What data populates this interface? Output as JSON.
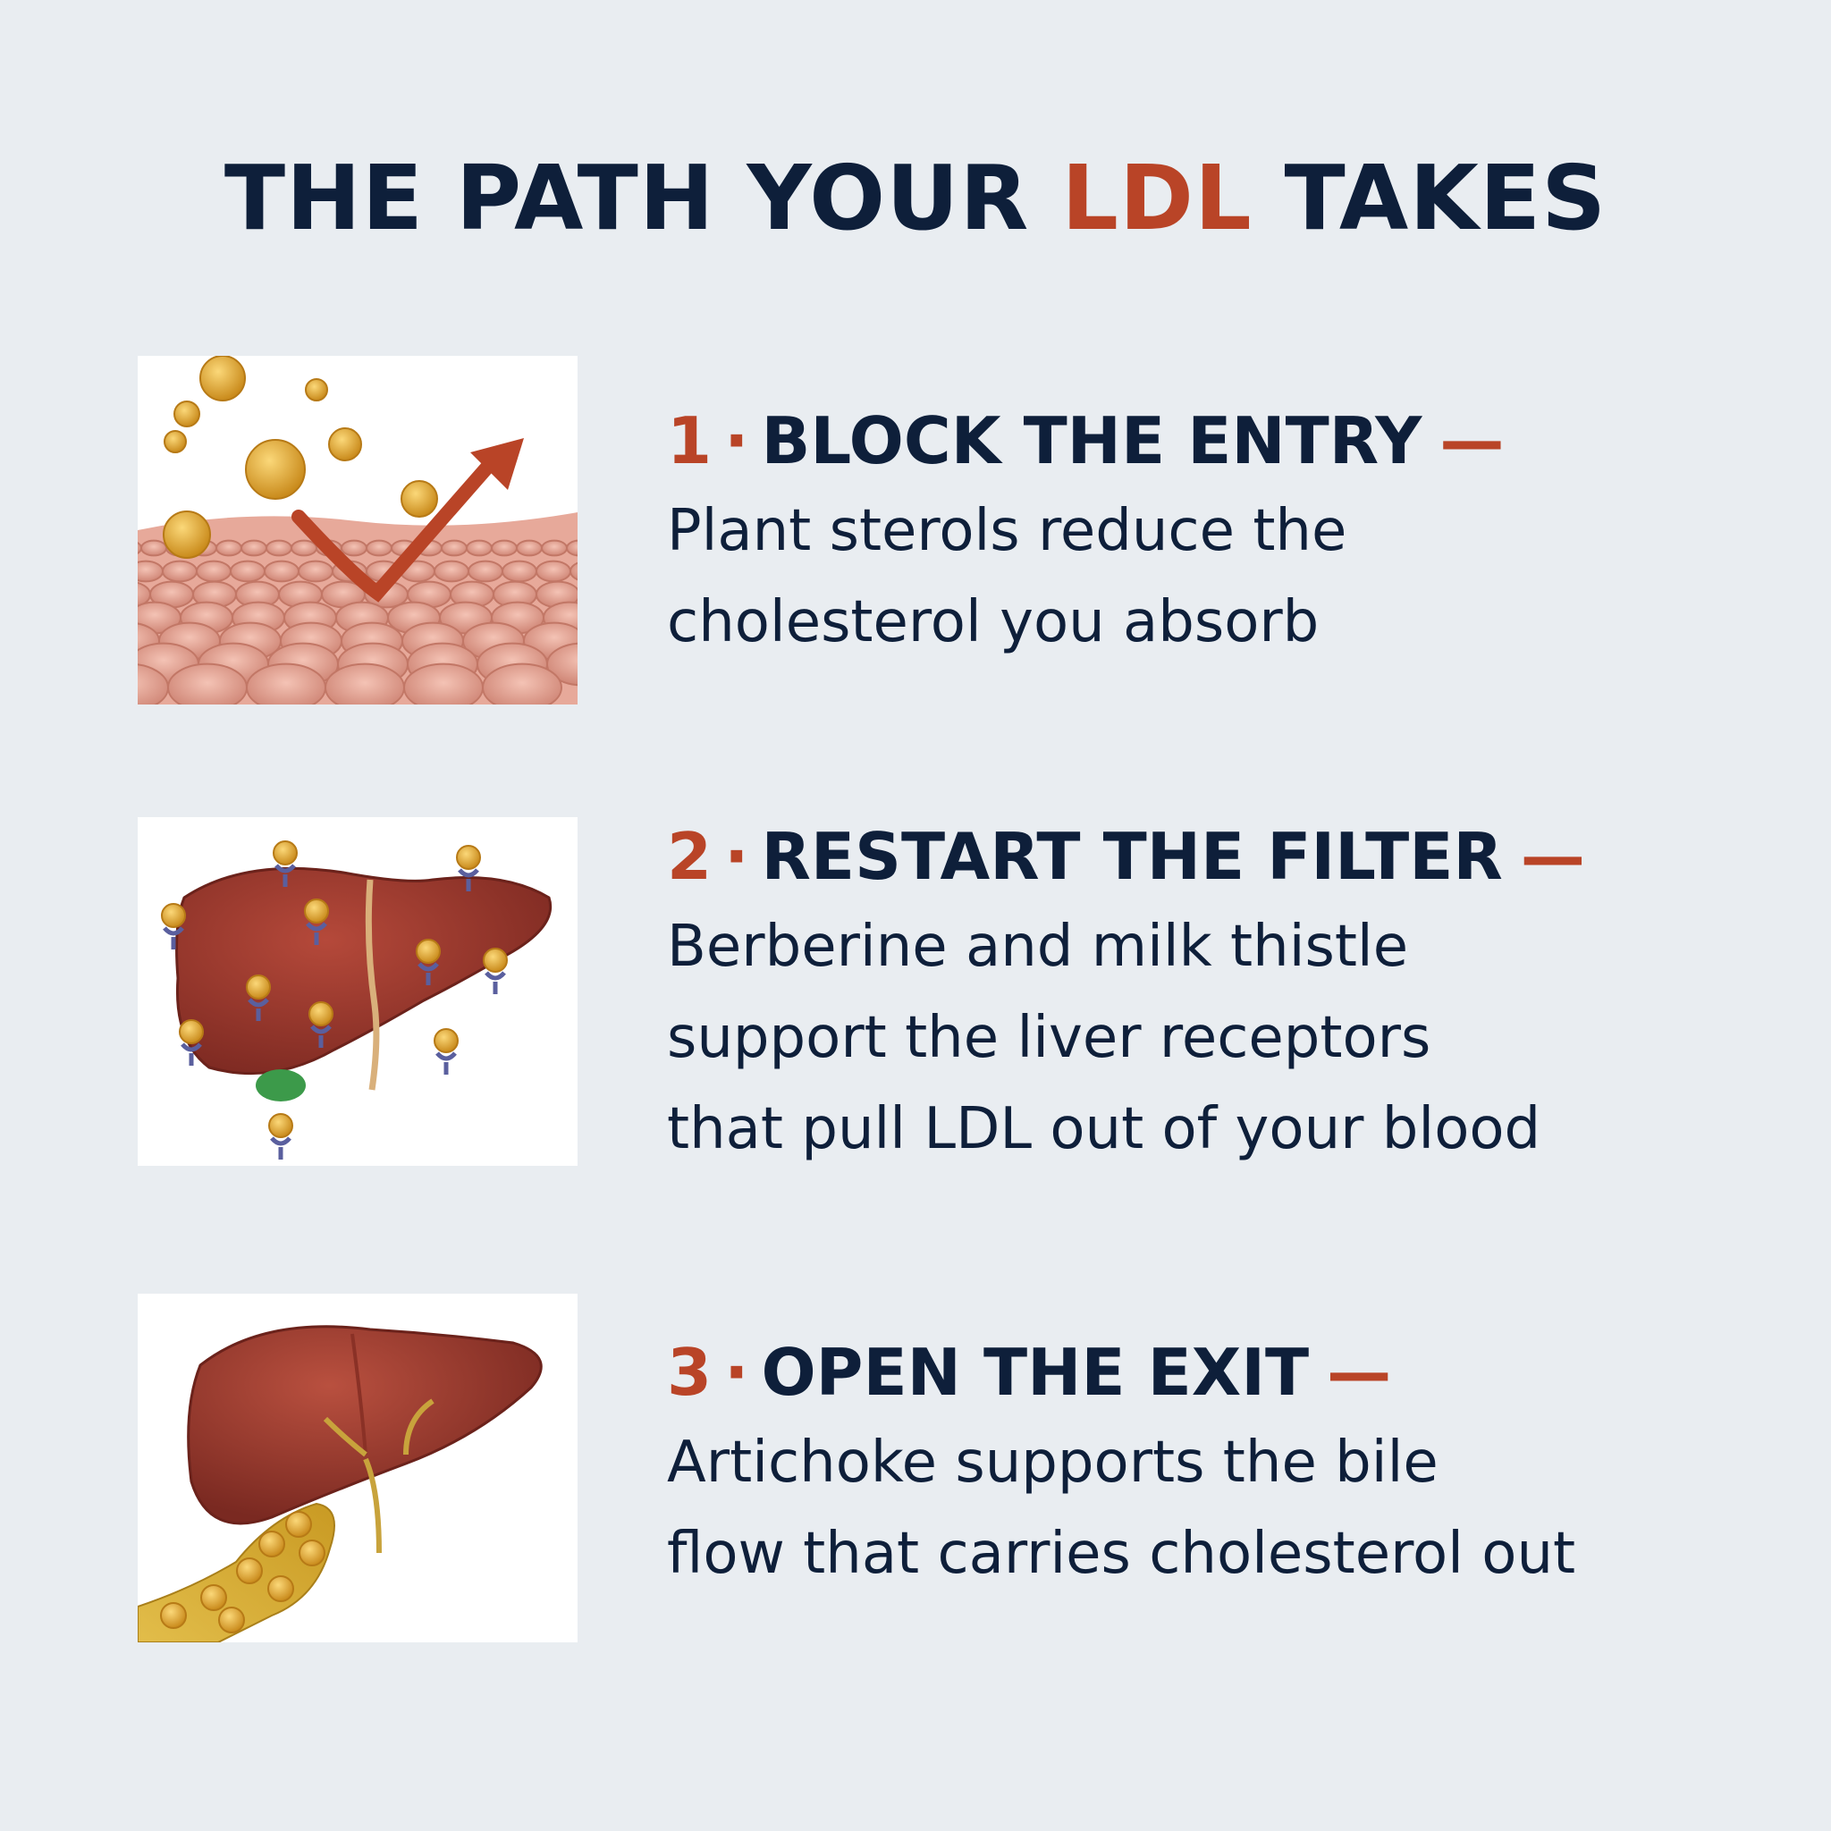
{
  "title": {
    "before": "THE PATH YOUR ",
    "accent": "LDL",
    "after": " TAKES"
  },
  "colors": {
    "background": "#e9edf1",
    "navy": "#0e1f3a",
    "accent": "#b94427",
    "cholesterol": "#e0a531",
    "liver": "#9c3b2f",
    "intestine": "#e6a596",
    "receptor": "#5a5f9e",
    "bile": "#d9b13a"
  },
  "steps": [
    {
      "number": "1",
      "separator": "·",
      "heading": "BLOCK THE ENTRY",
      "dash": "—",
      "lines": [
        "Plant sterols reduce the",
        "cholesterol you absorb"
      ],
      "illustration": "intestine-absorption-icon"
    },
    {
      "number": "2",
      "separator": "·",
      "heading": "RESTART THE FILTER",
      "dash": "—",
      "lines": [
        "Berberine and milk thistle",
        "support the liver receptors",
        "that pull LDL out of your blood"
      ],
      "illustration": "liver-receptors-icon"
    },
    {
      "number": "3",
      "separator": "·",
      "heading": "OPEN THE EXIT",
      "dash": "—",
      "lines": [
        "Artichoke supports the bile",
        "flow that carries cholesterol out"
      ],
      "illustration": "liver-bile-flow-icon"
    }
  ]
}
